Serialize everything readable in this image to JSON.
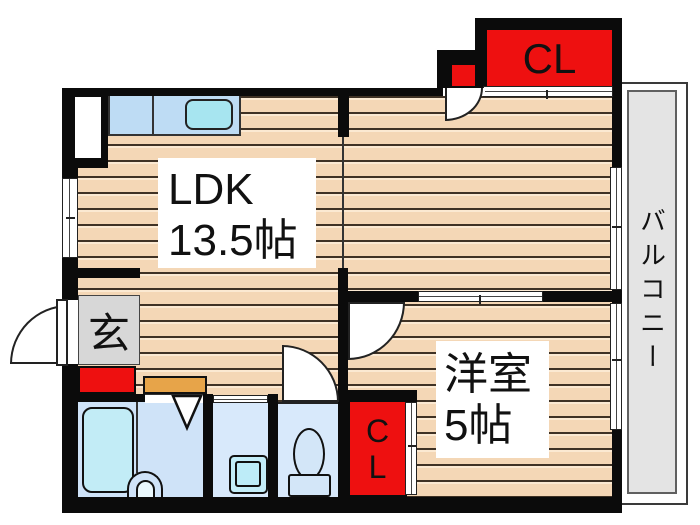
{
  "plan_title": "apartment-floor-plan",
  "rooms": {
    "ldk": {
      "name": "LDK",
      "size": "13.5帖"
    },
    "western": {
      "name": "洋室",
      "size": "5帖"
    },
    "genkan": {
      "label": "玄"
    },
    "balcony": {
      "label": "バルコニー"
    },
    "closet_top": {
      "label": "CL"
    },
    "closet_bottom": {
      "letters": [
        "C",
        "L"
      ]
    }
  },
  "colors": {
    "wall": "#0b0b0b",
    "red": "#ee1010",
    "floor-base": "#f4d7b6",
    "floor-line": "#3f3225",
    "floor-hi": "#fbe9d2",
    "balcony": "#e4e4e4",
    "genkan": "#d7d7d7",
    "counter": "#bedcf4",
    "sink": "#a7e5f0",
    "bath": "#cfe3f8",
    "tub": "#c2ecf6",
    "roomblue": "#d8e9fb",
    "pan": "#c3edf8",
    "fixture": "#d3e6f8",
    "shoebox": "#e7a449"
  }
}
